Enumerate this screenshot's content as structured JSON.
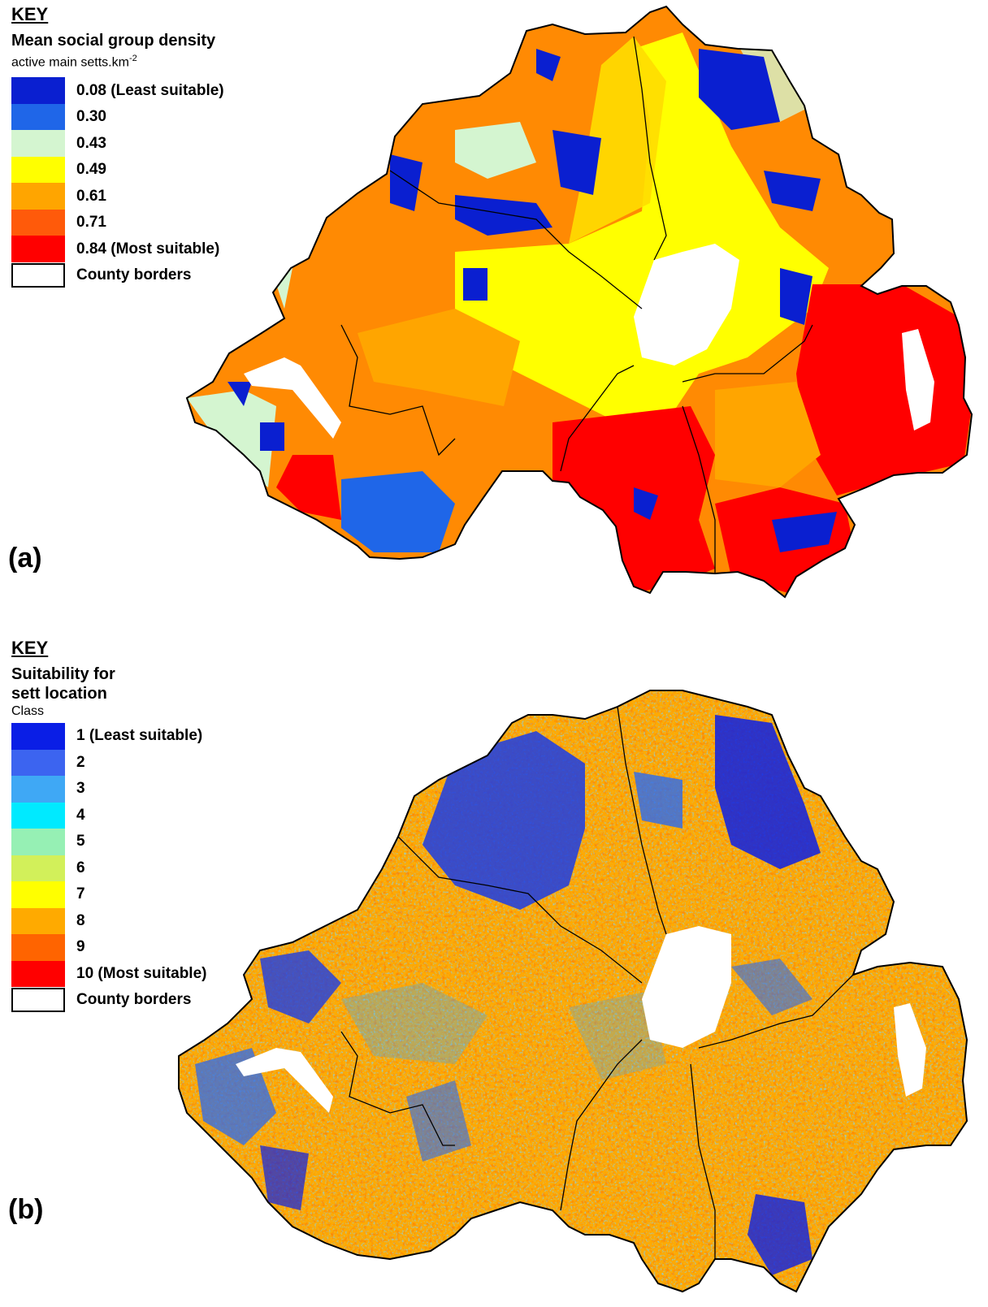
{
  "panel_a": {
    "label": "(a)",
    "key": {
      "heading": "KEY",
      "title": "Mean social group density",
      "subtitle": "active main setts.km",
      "subtitle_sup": "-2",
      "items": [
        {
          "label": "0.08 (Least suitable)",
          "color": "#0a1fd0"
        },
        {
          "label": "0.30",
          "color": "#1f66e8"
        },
        {
          "label": "0.43",
          "color": "#d4f5d0"
        },
        {
          "label": "0.49",
          "color": "#ffff00"
        },
        {
          "label": "0.61",
          "color": "#ffa500"
        },
        {
          "label": "0.71",
          "color": "#ff5a0a"
        },
        {
          "label": "0.84 (Most suitable)",
          "color": "#ff0000"
        },
        {
          "label": "County borders",
          "color": "#ffffff"
        }
      ]
    }
  },
  "panel_b": {
    "label": "(b)",
    "key": {
      "heading": "KEY",
      "title_line1": "Suitability for",
      "title_line2": "sett location",
      "subtitle": "Class",
      "items": [
        {
          "label": "1 (Least suitable)",
          "color": "#0a1ee6"
        },
        {
          "label": "2",
          "color": "#3c64f0"
        },
        {
          "label": "3",
          "color": "#3fa8f5"
        },
        {
          "label": "4",
          "color": "#00eaff"
        },
        {
          "label": "5",
          "color": "#96f0b4"
        },
        {
          "label": "6",
          "color": "#d2f05a"
        },
        {
          "label": "7",
          "color": "#ffff00"
        },
        {
          "label": "8",
          "color": "#ffaa00"
        },
        {
          "label": "9",
          "color": "#ff6400"
        },
        {
          "label": "10 (Most suitable)",
          "color": "#ff0000"
        },
        {
          "label": "County borders",
          "color": "#ffffff"
        }
      ]
    }
  }
}
